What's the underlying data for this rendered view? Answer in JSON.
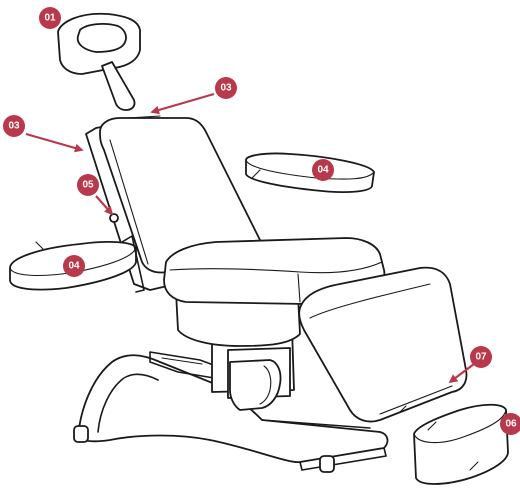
{
  "accent_color": "#b8394c",
  "callouts": [
    {
      "label": "01",
      "part": "headrest"
    },
    {
      "label": "03",
      "part": "backrest-top"
    },
    {
      "label": "03",
      "part": "backrest-side"
    },
    {
      "label": "04",
      "part": "armrest-right"
    },
    {
      "label": "05",
      "part": "backrest-side-knob"
    },
    {
      "label": "04",
      "part": "armrest-left"
    },
    {
      "label": "07",
      "part": "leg-section"
    },
    {
      "label": "06",
      "part": "foot-extension"
    }
  ]
}
